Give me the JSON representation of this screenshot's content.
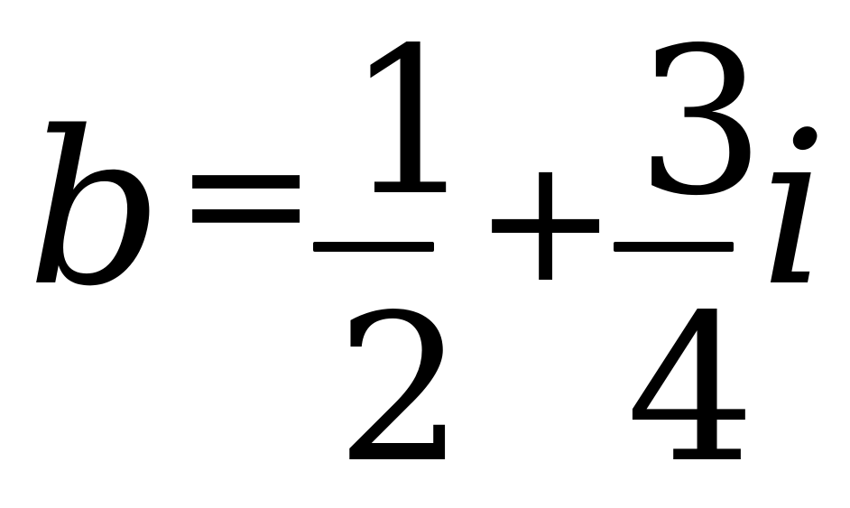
{
  "equation": {
    "lhs_variable": "b",
    "equals_sign": "=",
    "first_fraction": {
      "numerator": "1",
      "denominator": "2"
    },
    "plus_sign": "+",
    "second_fraction": {
      "numerator": "3",
      "denominator": "4"
    },
    "imaginary_unit": "i"
  }
}
